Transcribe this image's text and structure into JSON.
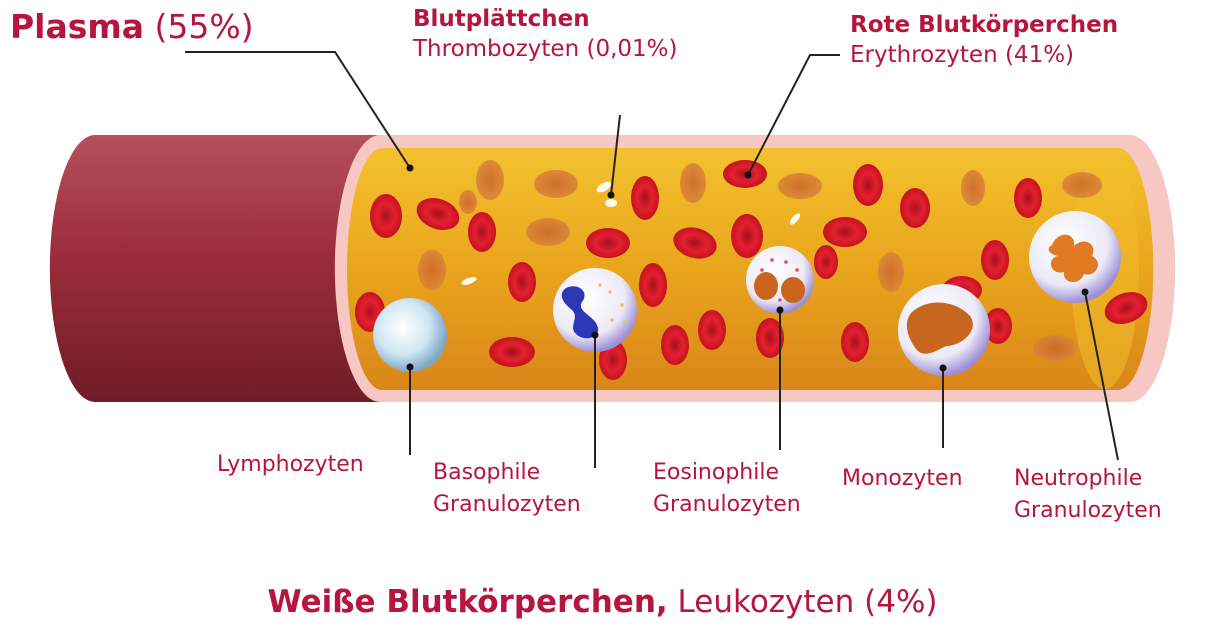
{
  "labels": {
    "plasma": {
      "bold": "Plasma",
      "rest": " (55%)"
    },
    "platelets": {
      "bold": "Blutplättchen",
      "sub": "Thrombozyten (0,01%)"
    },
    "red_cells": {
      "bold": "Rote Blutkörperchen",
      "sub": "Erythrozyten (41%)"
    },
    "lymphocytes": "Lymphozyten",
    "basophils": {
      "line1": "Basophile",
      "line2": "Granulozyten"
    },
    "eosinophils": {
      "line1": "Eosinophile",
      "line2": "Granulozyten"
    },
    "monocytes": "Monozyten",
    "neutrophils": {
      "line1": "Neutrophile",
      "line2": "Granulozyten"
    },
    "white_cells": {
      "bold": "Weiße Blutkörperchen,",
      "rest": " Leukozyten (4%)"
    }
  },
  "colors": {
    "label_text": "#b5153f",
    "vessel_wall": "#9a2f3c",
    "vessel_rim": "#f6c7c3",
    "plasma": "#e9a51c",
    "red_cell": "#d11a2a",
    "white_cell": "#ece9f5"
  }
}
